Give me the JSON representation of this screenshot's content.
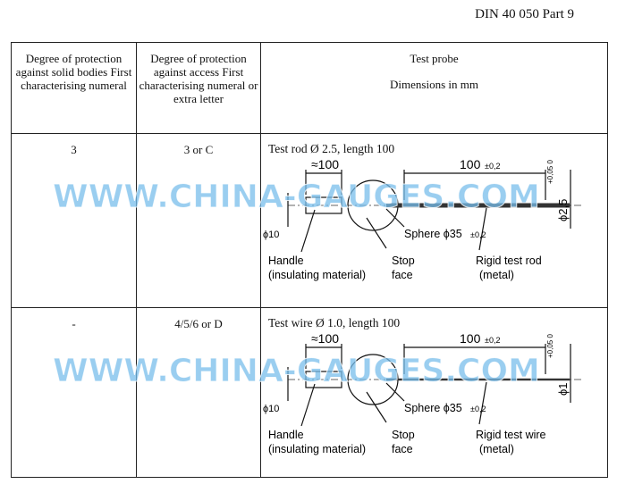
{
  "header": {
    "doc_ref": "DIN 40 050 Part 9"
  },
  "table": {
    "columns": [
      "Degree of protection against solid bodies First characterising numeral",
      "Degree of protection against access First characterising numeral or extra letter",
      "Test probe"
    ],
    "column3_sub": "Dimensions in mm",
    "rows": [
      {
        "solid": "3",
        "access": "3 or C",
        "probe_title": "Test rod Ø 2.5, length 100",
        "labels": {
          "handle_len": "≈100",
          "rod_len": "100",
          "rod_tol": "±0,2",
          "handle_dia": "ϕ10",
          "sphere": "Sphere ϕ35",
          "sphere_tol": "±0,2",
          "dia": "ϕ2,5",
          "dia_tol": "+0,05 0",
          "handle": "Handle",
          "handle_sub": "(insulating material)",
          "stop": "Stop",
          "stop_sub": "face",
          "rigid": "Rigid test rod",
          "rigid_sub": "(metal)"
        }
      },
      {
        "solid": "-",
        "access": "4/5/6 or D",
        "probe_title": "Test wire Ø 1.0, length 100",
        "labels": {
          "handle_len": "≈100",
          "rod_len": "100",
          "rod_tol": "±0,2",
          "handle_dia": "ϕ10",
          "sphere": "Sphere ϕ35",
          "sphere_tol": "±0,2",
          "dia": "ϕ1",
          "dia_tol": "+0,05 0",
          "handle": "Handle",
          "handle_sub": "(insulating material)",
          "stop": "Stop",
          "stop_sub": "face",
          "rigid": "Rigid test wire",
          "rigid_sub": "(metal)"
        }
      }
    ]
  },
  "watermark": "WWW.CHINA-GAUGES.COM"
}
